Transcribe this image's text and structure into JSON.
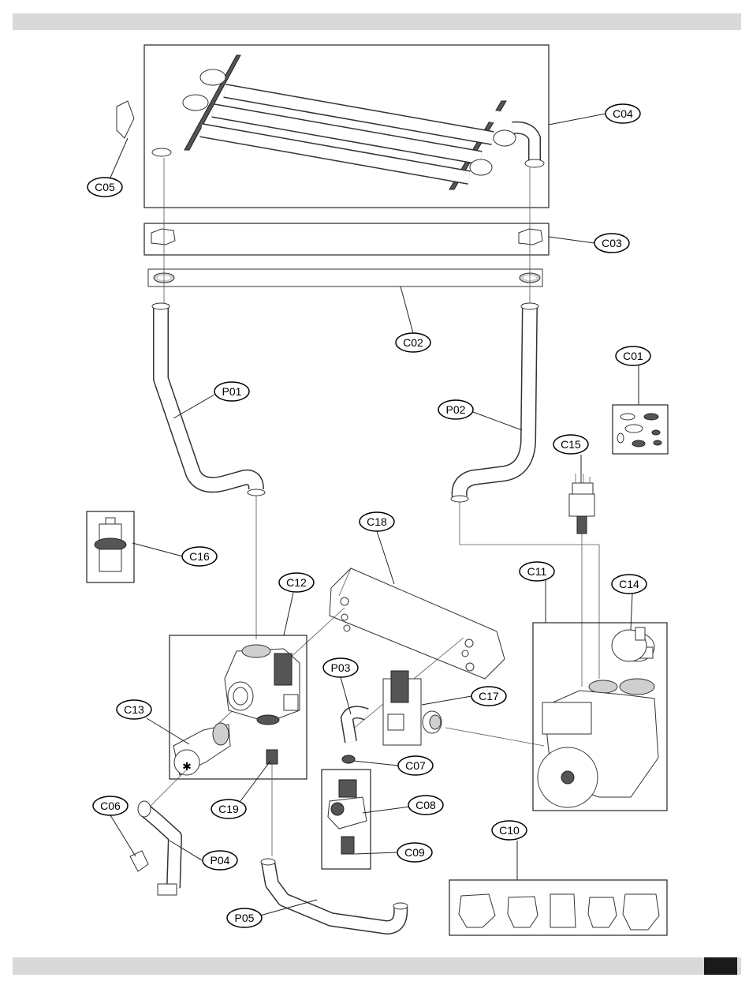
{
  "callouts": {
    "c01": "C01",
    "c02": "C02",
    "c03": "C03",
    "c04": "C04",
    "c05": "C05",
    "c06": "C06",
    "c07": "C07",
    "c08": "C08",
    "c09": "C09",
    "c10": "C10",
    "c11": "C11",
    "c12": "C12",
    "c13": "C13",
    "c14": "C14",
    "c15": "C15",
    "c16": "C16",
    "c17": "C17",
    "c18": "C18",
    "c19": "C19",
    "p01": "P01",
    "p02": "P02",
    "p03": "P03",
    "p04": "P04",
    "p05": "P05"
  },
  "colors": {
    "header_bar": "#d9d9d9",
    "page_tab": "#1a1a1a",
    "line": "#222222"
  }
}
